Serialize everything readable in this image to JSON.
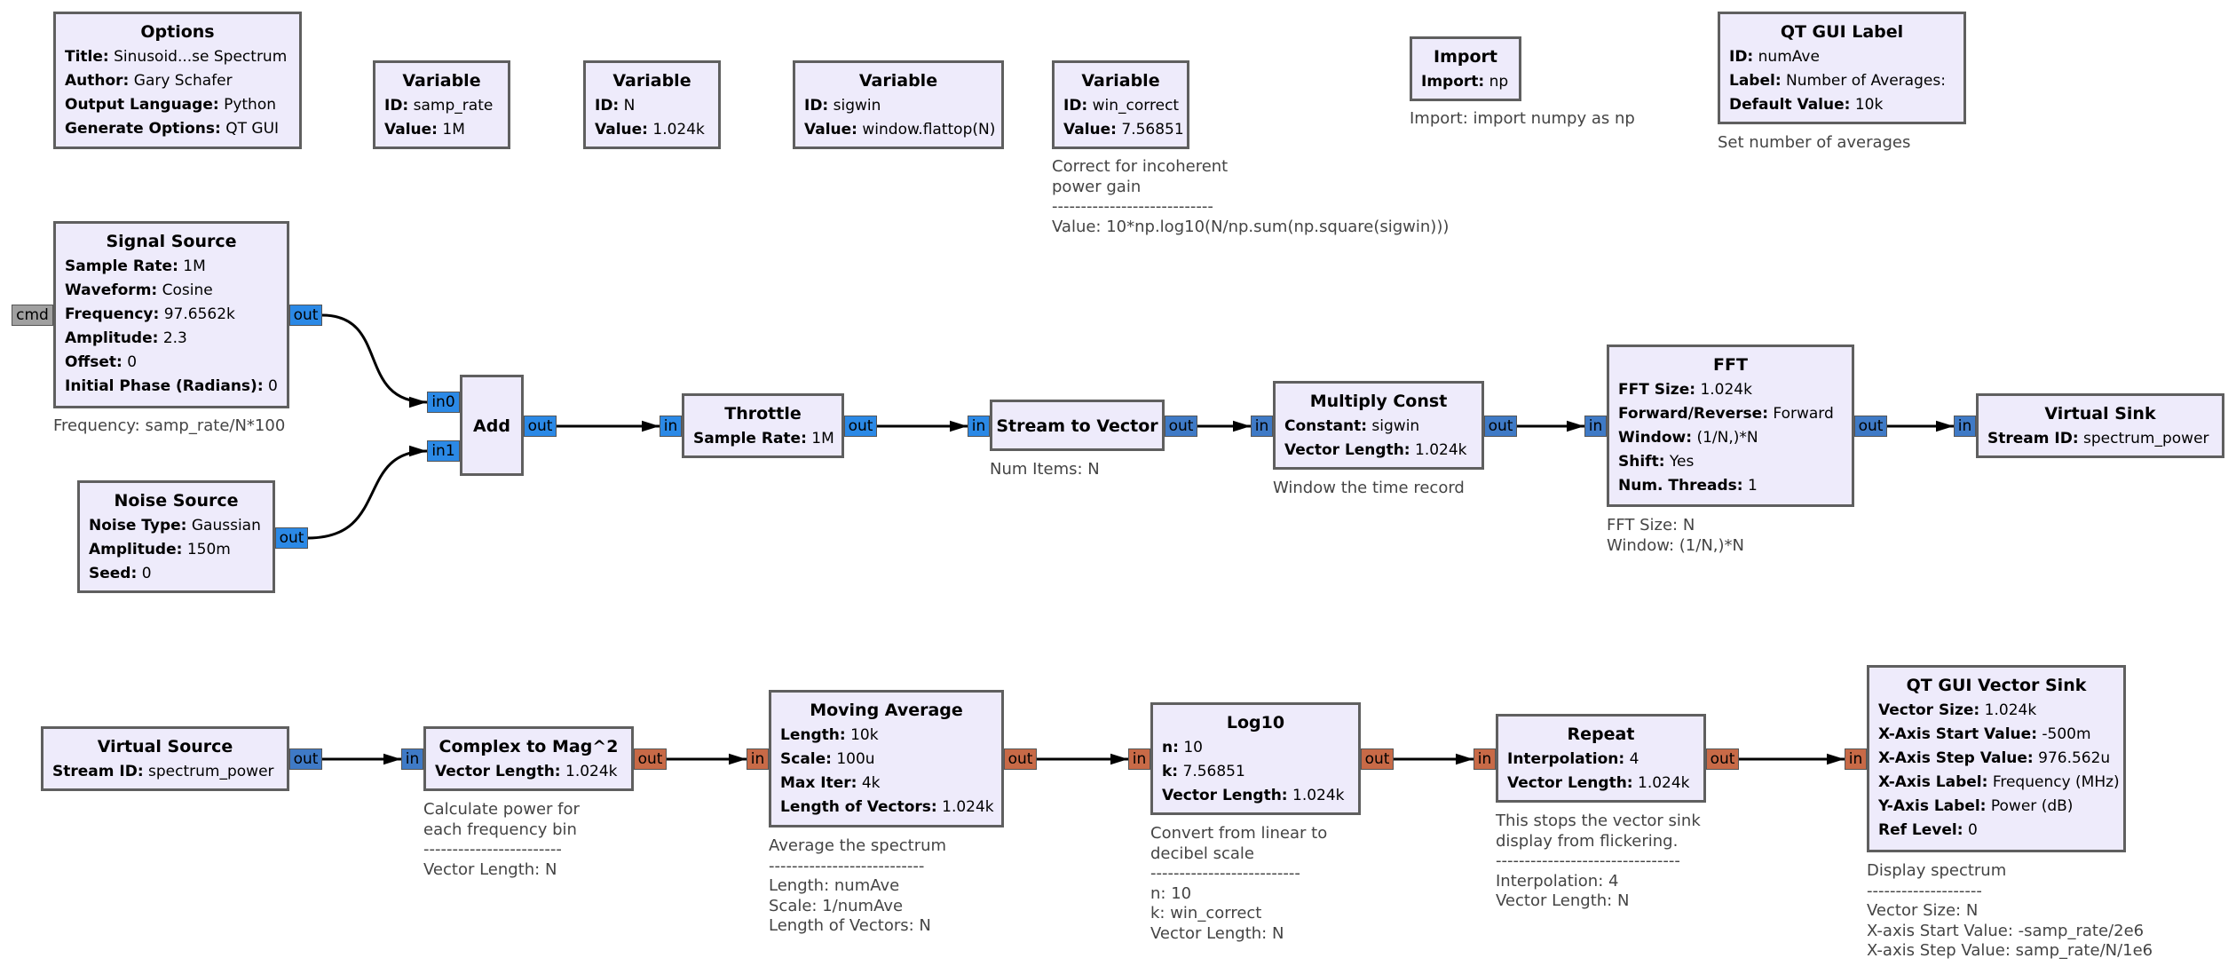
{
  "colors": {
    "block_fill": "#eeebfb",
    "block_border": "#5f5f5f",
    "port_float": "#2b89e6",
    "port_complex_vector": "#3f7ac6",
    "port_float_vector": "#c86a47",
    "port_message": "#a0a0a0",
    "wire": "#000000",
    "comment_text": "#444444"
  },
  "blocks": {
    "options": {
      "title": "Options",
      "params": [
        {
          "key": "Title:",
          "value": "Sinusoid...se Spectrum"
        },
        {
          "key": "Author:",
          "value": "Gary Schafer"
        },
        {
          "key": "Output Language:",
          "value": "Python"
        },
        {
          "key": "Generate Options:",
          "value": "QT GUI"
        }
      ]
    },
    "var_samp_rate": {
      "title": "Variable",
      "params": [
        {
          "key": "ID:",
          "value": "samp_rate"
        },
        {
          "key": "Value:",
          "value": "1M"
        }
      ]
    },
    "var_n": {
      "title": "Variable",
      "params": [
        {
          "key": "ID:",
          "value": "N"
        },
        {
          "key": "Value:",
          "value": "1.024k"
        }
      ]
    },
    "var_sigwin": {
      "title": "Variable",
      "params": [
        {
          "key": "ID:",
          "value": "sigwin"
        },
        {
          "key": "Value:",
          "value": "window.flattop(N)"
        }
      ]
    },
    "var_win_correct": {
      "title": "Variable",
      "params": [
        {
          "key": "ID:",
          "value": "win_correct"
        },
        {
          "key": "Value:",
          "value": "7.56851"
        }
      ],
      "comment": "Correct for incoherent\npower gain\n----------------------------\nValue: 10*np.log10(N/np.sum(np.square(sigwin)))"
    },
    "import": {
      "title": "Import",
      "params": [
        {
          "key": "Import:",
          "value": "np"
        }
      ],
      "comment": "Import: import numpy as np"
    },
    "qt_label": {
      "title": "QT GUI Label",
      "params": [
        {
          "key": "ID:",
          "value": "numAve"
        },
        {
          "key": "Label:",
          "value": "Number of Averages:"
        },
        {
          "key": "Default Value:",
          "value": "10k"
        }
      ],
      "comment": "Set number of averages"
    },
    "signal_source": {
      "title": "Signal Source",
      "params": [
        {
          "key": "Sample Rate:",
          "value": "1M"
        },
        {
          "key": "Waveform:",
          "value": "Cosine"
        },
        {
          "key": "Frequency:",
          "value": "97.6562k"
        },
        {
          "key": "Amplitude:",
          "value": "2.3"
        },
        {
          "key": "Offset:",
          "value": "0"
        },
        {
          "key": "Initial Phase (Radians):",
          "value": "0"
        }
      ],
      "comment": "Frequency: samp_rate/N*100",
      "ports": {
        "cmd": "cmd",
        "out": "out"
      }
    },
    "noise_source": {
      "title": "Noise Source",
      "params": [
        {
          "key": "Noise Type:",
          "value": "Gaussian"
        },
        {
          "key": "Amplitude:",
          "value": "150m"
        },
        {
          "key": "Seed:",
          "value": "0"
        }
      ],
      "ports": {
        "out": "out"
      }
    },
    "add": {
      "title": "Add",
      "params": [],
      "ports": {
        "in0": "in0",
        "in1": "in1",
        "out": "out"
      }
    },
    "throttle": {
      "title": "Throttle",
      "params": [
        {
          "key": "Sample Rate:",
          "value": "1M"
        }
      ],
      "ports": {
        "in": "in",
        "out": "out"
      }
    },
    "stream_to_vector": {
      "title": "Stream to Vector",
      "params": [],
      "comment": "Num Items: N",
      "ports": {
        "in": "in",
        "out": "out"
      }
    },
    "multiply_const": {
      "title": "Multiply Const",
      "params": [
        {
          "key": "Constant:",
          "value": "sigwin"
        },
        {
          "key": "Vector Length:",
          "value": "1.024k"
        }
      ],
      "comment": "Window the time record",
      "ports": {
        "in": "in",
        "out": "out"
      }
    },
    "fft": {
      "title": "FFT",
      "params": [
        {
          "key": "FFT Size:",
          "value": "1.024k"
        },
        {
          "key": "Forward/Reverse:",
          "value": "Forward"
        },
        {
          "key": "Window:",
          "value": "(1/N,)*N"
        },
        {
          "key": "Shift:",
          "value": "Yes"
        },
        {
          "key": "Num. Threads:",
          "value": "1"
        }
      ],
      "comment": "FFT Size: N\nWindow: (1/N,)*N",
      "ports": {
        "in": "in",
        "out": "out"
      }
    },
    "virtual_sink": {
      "title": "Virtual Sink",
      "params": [
        {
          "key": "Stream ID:",
          "value": "spectrum_power"
        }
      ],
      "ports": {
        "in": "in"
      }
    },
    "virtual_source": {
      "title": "Virtual Source",
      "params": [
        {
          "key": "Stream ID:",
          "value": "spectrum_power"
        }
      ],
      "ports": {
        "out": "out"
      }
    },
    "complex_to_mag2": {
      "title": "Complex to Mag^2",
      "params": [
        {
          "key": "Vector Length:",
          "value": "1.024k"
        }
      ],
      "comment": "Calculate power for\neach frequency bin\n------------------------\nVector Length: N",
      "ports": {
        "in": "in",
        "out": "out"
      }
    },
    "moving_average": {
      "title": "Moving Average",
      "params": [
        {
          "key": "Length:",
          "value": "10k"
        },
        {
          "key": "Scale:",
          "value": "100u"
        },
        {
          "key": "Max Iter:",
          "value": "4k"
        },
        {
          "key": "Length of Vectors:",
          "value": "1.024k"
        }
      ],
      "comment": "Average the spectrum\n---------------------------\nLength: numAve\nScale: 1/numAve\nLength of Vectors: N",
      "ports": {
        "in": "in",
        "out": "out"
      }
    },
    "log10": {
      "title": "Log10",
      "params": [
        {
          "key": "n:",
          "value": "10"
        },
        {
          "key": "k:",
          "value": "7.56851"
        },
        {
          "key": "Vector Length:",
          "value": "1.024k"
        }
      ],
      "comment": "Convert from linear to\ndecibel scale\n--------------------------\nn: 10\nk: win_correct\nVector Length: N",
      "ports": {
        "in": "in",
        "out": "out"
      }
    },
    "repeat": {
      "title": "Repeat",
      "params": [
        {
          "key": "Interpolation:",
          "value": "4"
        },
        {
          "key": "Vector Length:",
          "value": "1.024k"
        }
      ],
      "comment": "This stops the vector sink\ndisplay from flickering.\n--------------------------------\nInterpolation: 4\nVector Length: N",
      "ports": {
        "in": "in",
        "out": "out"
      }
    },
    "qt_vector_sink": {
      "title": "QT GUI Vector Sink",
      "params": [
        {
          "key": "Vector Size:",
          "value": "1.024k"
        },
        {
          "key": "X-Axis Start Value:",
          "value": "-500m"
        },
        {
          "key": "X-Axis Step Value:",
          "value": "976.562u"
        },
        {
          "key": "X-Axis Label:",
          "value": "Frequency (MHz)"
        },
        {
          "key": "Y-Axis Label:",
          "value": "Power (dB)"
        },
        {
          "key": "Ref Level:",
          "value": "0"
        }
      ],
      "comment": "Display spectrum\n--------------------\nVector Size: N\nX-axis Start Value: -samp_rate/2e6\nX-axis Step Value: samp_rate/N/1e6",
      "ports": {
        "in": "in"
      }
    }
  }
}
